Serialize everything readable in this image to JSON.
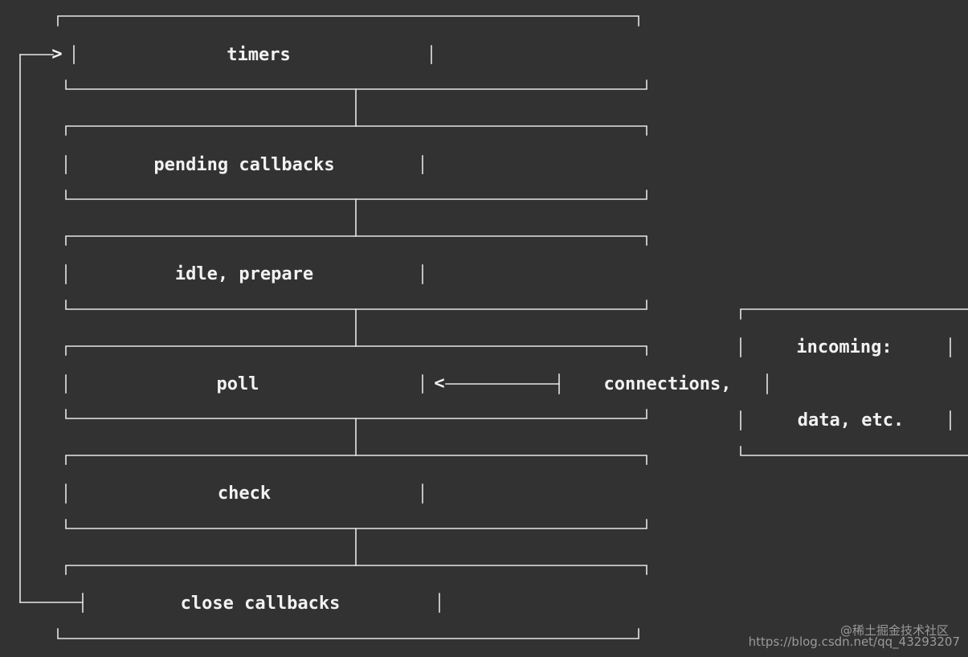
{
  "phases": [
    {
      "id": "timers",
      "label": "timers"
    },
    {
      "id": "pending-callbacks",
      "label": "pending callbacks"
    },
    {
      "id": "idle-prepare",
      "label": "idle, prepare"
    },
    {
      "id": "poll",
      "label": "poll"
    },
    {
      "id": "check",
      "label": "check"
    },
    {
      "id": "close-callbacks",
      "label": "close callbacks"
    }
  ],
  "incoming": {
    "line1": "incoming:",
    "line2": "connections,",
    "line3": "data, etc."
  },
  "arrow_glyph": "<",
  "loop_arrow_glyph": ">",
  "watermark": {
    "line1": "@稀土掘金技术社区",
    "line2": "https://blog.csdn.net/qq_43293207"
  },
  "colors": {
    "background": "#323232",
    "line": "#e6e6e6",
    "text": "#f2f2f2",
    "watermark": "#9a9a9a"
  }
}
